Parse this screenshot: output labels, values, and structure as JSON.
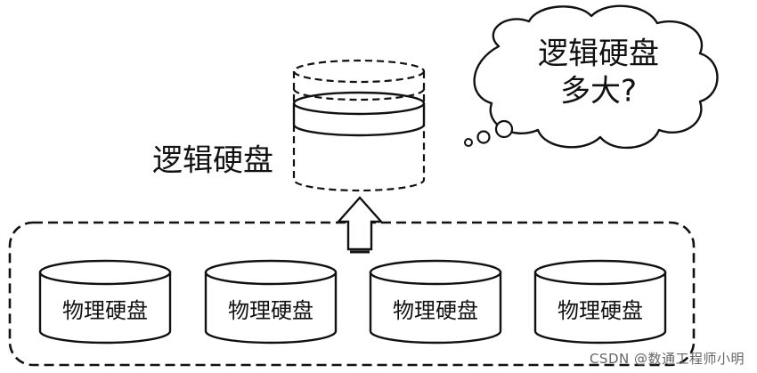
{
  "diagram": {
    "logical_disk_label": "逻辑硬盘",
    "thought_bubble": {
      "line1": "逻辑硬盘",
      "line2": "多大?"
    },
    "physical_disks": [
      {
        "label": "物理硬盘"
      },
      {
        "label": "物理硬盘"
      },
      {
        "label": "物理硬盘"
      },
      {
        "label": "物理硬盘"
      }
    ]
  },
  "watermark": "CSDN @数通工程师小明"
}
